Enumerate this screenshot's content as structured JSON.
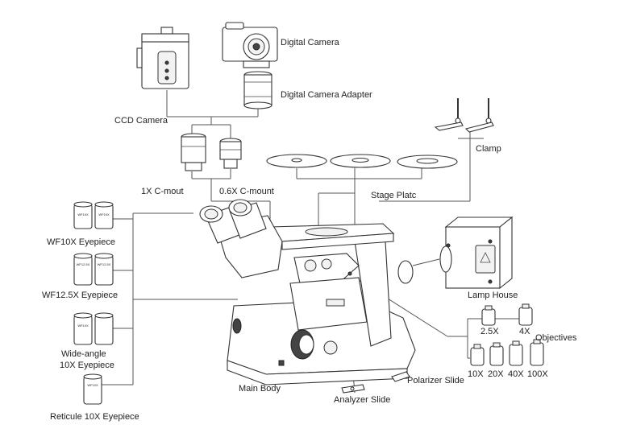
{
  "labels": {
    "digital_camera": "Digital Camera",
    "digital_camera_adapter": "Digital Camera Adapter",
    "ccd_camera": "CCD Camera",
    "c_mount_1x": "1X C-mout",
    "c_mount_06x": "0.6X C-mount",
    "stage_plate": "Stage Platc",
    "clamp": "Clamp",
    "wf10x": "WF10X Eyepiece",
    "wf125x": "WF12.5X Eyepiece",
    "wide_angle_line1": "Wide-angle",
    "wide_angle_line2": "10X Eyepiece",
    "reticule": "Reticule 10X Eyepiece",
    "lamp_house": "Lamp House",
    "objectives": "Objectives",
    "polarizer_slide": "Polarizer Slide",
    "analyzer_slide": "Analyzer Slide",
    "main_body": "Main Body"
  },
  "objectives": [
    "2.5X",
    "4X",
    "10X",
    "20X",
    "40X",
    "100X"
  ],
  "eyepiece_marks": [
    "WF10X",
    "WF12.5X",
    "WF10X",
    "WF10X"
  ]
}
